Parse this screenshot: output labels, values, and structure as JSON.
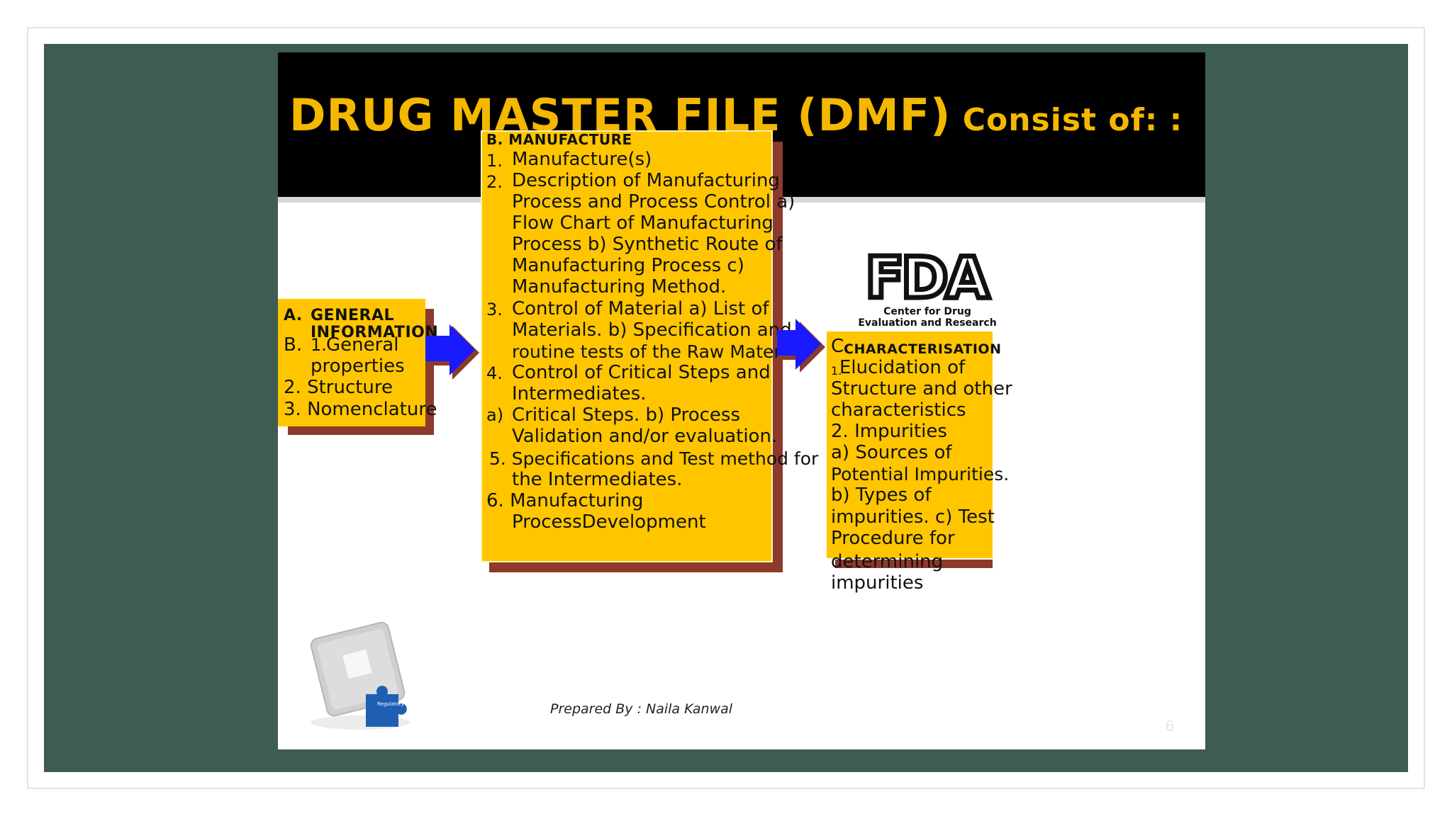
{
  "slide": {
    "title_main": "DRUG MASTER FILE (DMF)",
    "title_tail": " Consist of: :",
    "general": {
      "a_marker": "A.",
      "a_head_1": "GENERAL",
      "a_head_2": "INFORMATION",
      "b_marker": "B.",
      "item1_num": "1.",
      "item1_line1": "General",
      "item1_line2": "properties",
      "item2": "2. Structure",
      "item3": "3. Nomenclature"
    },
    "manufacture": {
      "head": "B. MANUFACTURE",
      "n1": "1.",
      "l1": "Manufacture(s)",
      "n2": "2.",
      "l2a": " Description of Manufacturing",
      "l2b": "Process and Process Control a)",
      "l2c": "Flow Chart of Manufacturing",
      "l2d": "Process b) Synthetic Route of",
      "l2e": "Manufacturing Process c)",
      "l2f": "Manufacturing Method.",
      "n3": "3.",
      "l3a": " Control of Material a) List of",
      "l3b": "Materials. b) Specification and",
      "l3c": "routine tests of the Raw Materials.",
      "n4": "4.",
      "l4a": " Control of Critical Steps and",
      "l4b": "Intermediates.",
      "na": "a)",
      "la1": "Critical Steps. b) Process",
      "la2": "Validation and/or evaluation.",
      "l5a": "5. Specifications and Test method for",
      "l5b": "the Intermediates.",
      "l6a": "6. Manufacturing",
      "l6b": "ProcessDevelopment"
    },
    "characterisation": {
      "head_c": "C.",
      "head": " CHARACTERISATION",
      "l1n": "1.",
      "l1": " Elucidation of",
      "l2": "Structure and other",
      "l3": "characteristics",
      "l4": "2. Impurities",
      "l5": "a) Sources of",
      "l6": "Potential Impurities.",
      "l7": "b) Types of",
      "l8": "impurities. c) Test",
      "l9": "Procedure for",
      "l10": "determining",
      "l11": "impurities"
    },
    "fda_logo": {
      "letters": "FDA",
      "sub1": "Center for Drug",
      "sub2": "Evaluation and Research"
    },
    "puzzle_label": "Regulatory",
    "credit": "Prepared By : Naila Kanwal",
    "page_number": "6",
    "colors": {
      "title": "#f5b800",
      "box": "#ffc600",
      "box_shadow": "#8c3a2c",
      "arrow": "#1a1aff",
      "background": "#3e5d50"
    }
  }
}
